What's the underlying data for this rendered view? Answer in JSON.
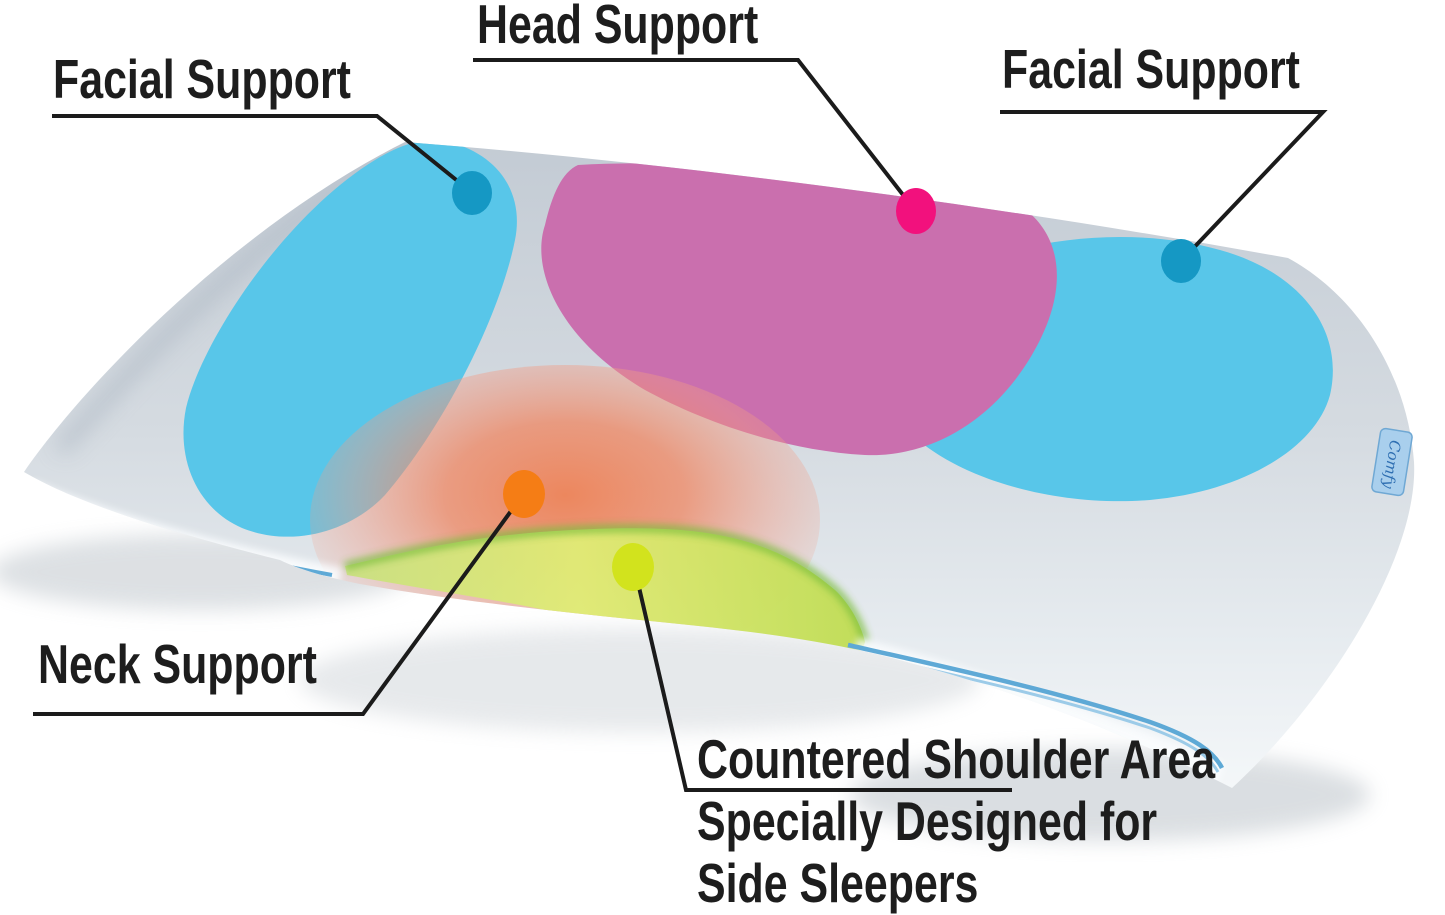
{
  "diagram": {
    "labels": {
      "facial_left": "Facial Support",
      "head": "Head Support",
      "facial_right": "Facial Support",
      "neck": "Neck Support",
      "shoulder_lines": [
        "Countered Shoulder Area",
        "Specially Designed for",
        "Side Sleepers"
      ]
    },
    "tag_text": "Comfy"
  },
  "colors": {
    "label_text": "#1d1d1d",
    "leader_line": "#1b1b1b",
    "pillow_top": "#C6CED6",
    "pillow_front": "#F1F4F6",
    "facial_zone": "#58C6E9",
    "facial_dot": "#1598C4",
    "head_zone": "#CA6FAE",
    "head_dot": "#F2117D",
    "neck_glow": "#EE7F52",
    "neck_dot": "#F57D15",
    "shoulder_band": "#D8E86E",
    "shoulder_band_edge": "#7CBE3C",
    "shoulder_dot": "#D2E31D",
    "piping": "#5EA9D6",
    "tag_fill": "#A9CFED",
    "tag_text_color": "#2F6FB2"
  }
}
